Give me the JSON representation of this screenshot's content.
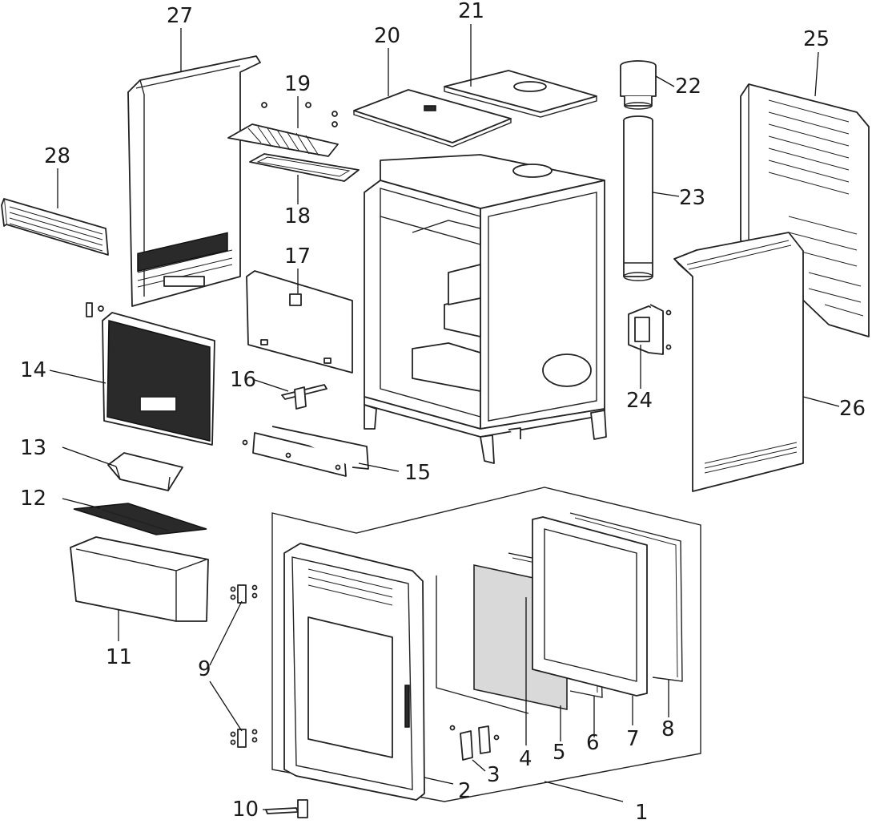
{
  "callouts": {
    "p1": "1",
    "p2": "2",
    "p3": "3",
    "p4": "4",
    "p5": "5",
    "p6": "6",
    "p7": "7",
    "p8": "8",
    "p9": "9",
    "p10": "10",
    "p11": "11",
    "p12": "12",
    "p13": "13",
    "p14": "14",
    "p15": "15",
    "p16": "16",
    "p17": "17",
    "p18": "18",
    "p19": "19",
    "p20": "20",
    "p21": "21",
    "p22": "22",
    "p23": "23",
    "p24": "24",
    "p25": "25",
    "p26": "26",
    "p27": "27",
    "p28": "28"
  },
  "colors": {
    "line": "#222222",
    "panel": "#ffffff",
    "glass": "#d9d9d9",
    "grille": "#2a2a2a"
  }
}
